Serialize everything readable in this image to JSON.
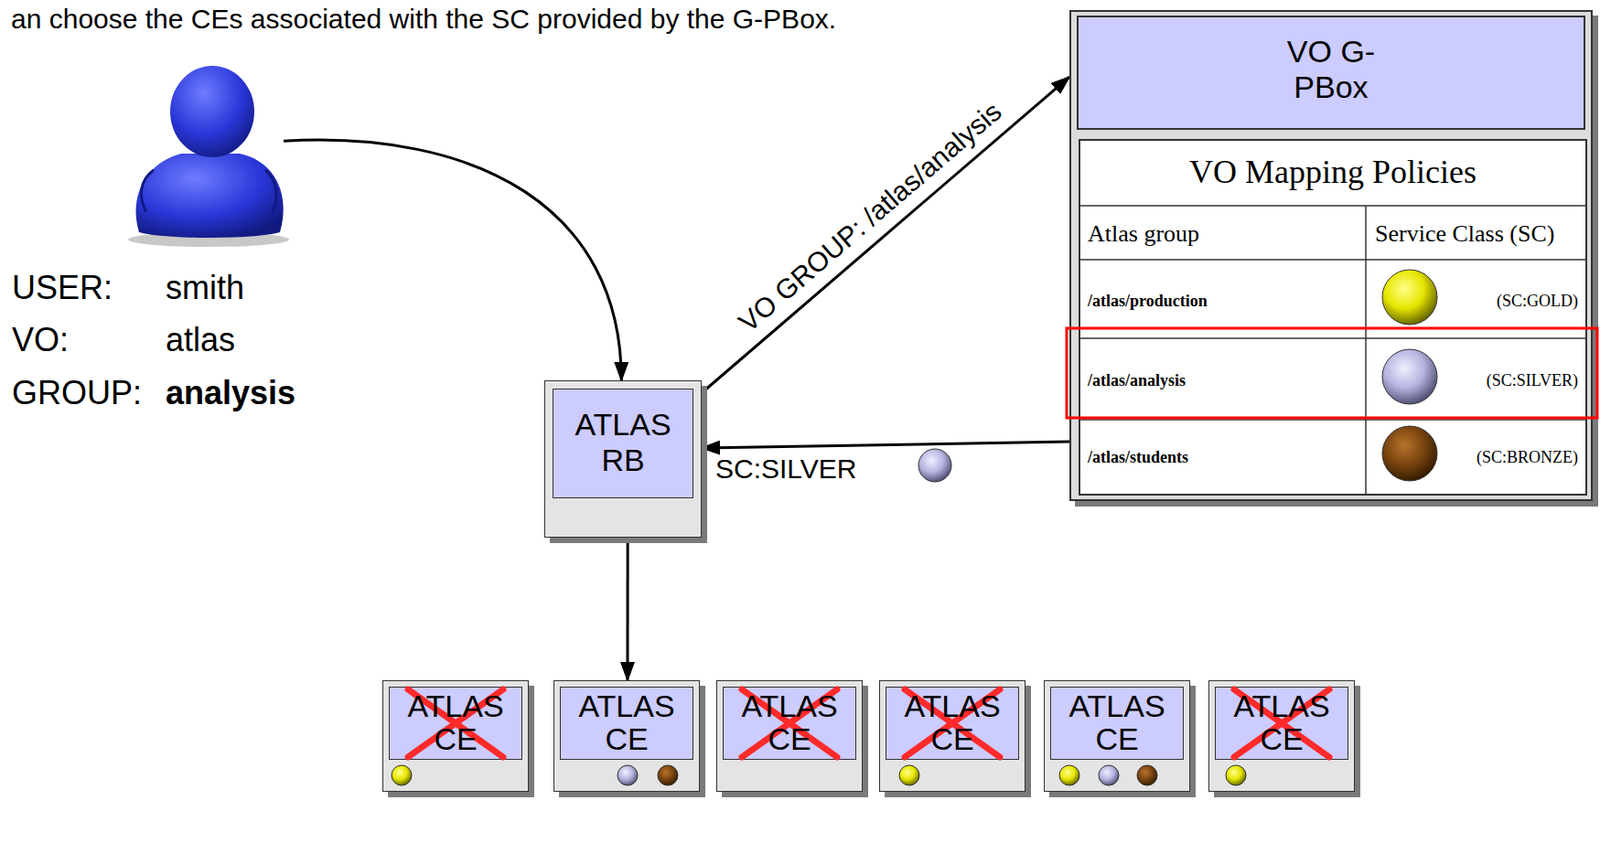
{
  "diagram": {
    "nodes": [
      {
        "text": [
          "USER:",
          "smith",
          "VO:",
          "atlas",
          "GROUP:",
          "analysis"
        ]
      },
      {
        "text": [
          "ATLAS RB"
        ]
      },
      {
        "text": [
          "VO G-PBox"
        ]
      },
      {
        "text": [
          "VO Mapping Policies"
        ],
        "in": 2
      },
      {
        "text": [
          "ATLAS CE"
        ]
      },
      {
        "text": [
          "ATLAS CE"
        ]
      },
      {
        "text": [
          "ATLAS CE"
        ]
      },
      {
        "text": [
          "ATLAS CE"
        ]
      },
      {
        "text": [
          "ATLAS CE"
        ]
      },
      {
        "text": [
          "ATLAS CE"
        ]
      }
    ],
    "edges": [
      {
        "from": 0,
        "to": 1,
        "arrow": "to"
      },
      {
        "from": 1,
        "to": 2,
        "label": "VO GROUP: /atlas/analysis",
        "arrow": "to"
      },
      {
        "from": 2,
        "to": 1,
        "label": "SC:SILVER",
        "arrow": "to"
      },
      {
        "from": 1,
        "to": 5,
        "arrow": "to"
      }
    ],
    "labels": [
      "an choose the CEs associated with the SC provided by the G-PBox.",
      "Atlas group",
      "Service Class (SC)",
      "/atlas/production",
      "(SC:GOLD)",
      "/atlas/analysis",
      "(SC:SILVER)",
      "/atlas/students",
      "(SC:BRONZE)"
    ]
  }
}
